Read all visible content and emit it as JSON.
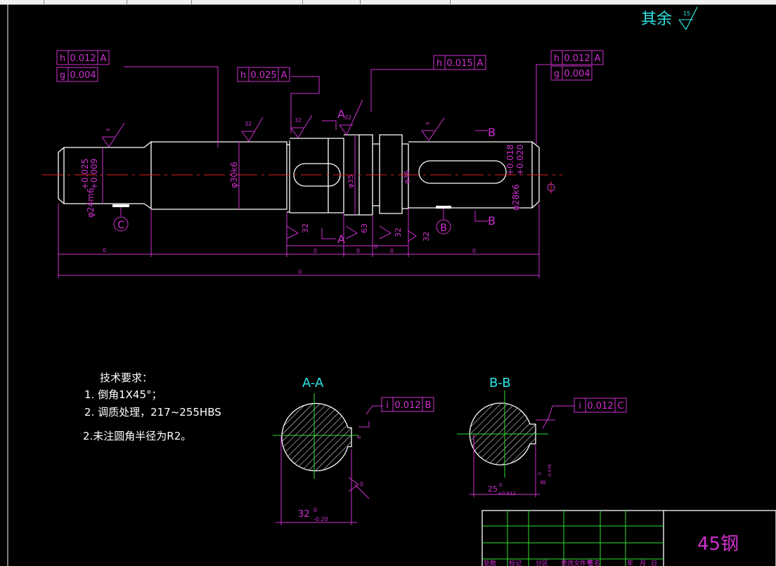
{
  "tabs": [
    "",
    "",
    "",
    "",
    "",
    "",
    ""
  ],
  "rest_roughness": {
    "label": "其余",
    "value": "15"
  },
  "tolerance_frames": {
    "left_h": [
      "h",
      "0.012",
      "A"
    ],
    "left_g": [
      "g",
      "0.004"
    ],
    "mid_h": [
      "h",
      "0.025",
      "A"
    ],
    "center_h": [
      "h",
      "0.015",
      "A"
    ],
    "right_h": [
      "h",
      "0.012",
      "A"
    ],
    "right_g": [
      "g",
      "0.004"
    ],
    "section_aa": [
      "i",
      "0.012",
      "B"
    ],
    "section_bb": [
      "i",
      "0.012",
      "C"
    ]
  },
  "roughness": {
    "r1": "∞",
    "r2": "32",
    "r3": "32",
    "r4": "32",
    "r5": "∞",
    "b1": "32",
    "b2": "63",
    "b3": "32",
    "b4": "32"
  },
  "diameters": {
    "d24": "φ24m6",
    "d24_tol_up": "+0.025",
    "d24_tol_lo": "+0.009",
    "d30": "φ30k6",
    "d35": "φ35",
    "d36": "φ36",
    "d28": "φ28k6",
    "d28_tol_up": "+0.018",
    "d28_tol_lo": "+0.020"
  },
  "datum_labels": {
    "c": "C",
    "b": "B",
    "a_top": "A",
    "a_bottom": "A",
    "b_top": "B",
    "b_bottom": "B"
  },
  "dims": {
    "d1": "0",
    "d2": "0",
    "d3": "0",
    "d4": "0",
    "d5": "0",
    "d6": "0",
    "d7": "0"
  },
  "tech_notes": {
    "title": "技术要求：",
    "line1": "1. 倒角1X45°；",
    "line2": "2. 调质处理，217~255HBS",
    "line3": "2.未注圆角半径为R2。"
  },
  "section_aa": {
    "title": "A-A",
    "dim_w": "32",
    "dim_w_up": "0",
    "dim_w_lo": "-0.20",
    "key": "8",
    "rough": "0"
  },
  "section_bb": {
    "title": "B-B",
    "dim_w": "25",
    "dim_w_up": "0",
    "dim_w_lo": "+0.012",
    "key": "8",
    "key_tol": "-0.036",
    "key_up": "0"
  },
  "title_block": {
    "material": "45钢",
    "header_cells": [
      "处数",
      "标记",
      "分区",
      "更改文件号",
      "签名",
      "年",
      "月",
      "日"
    ]
  }
}
